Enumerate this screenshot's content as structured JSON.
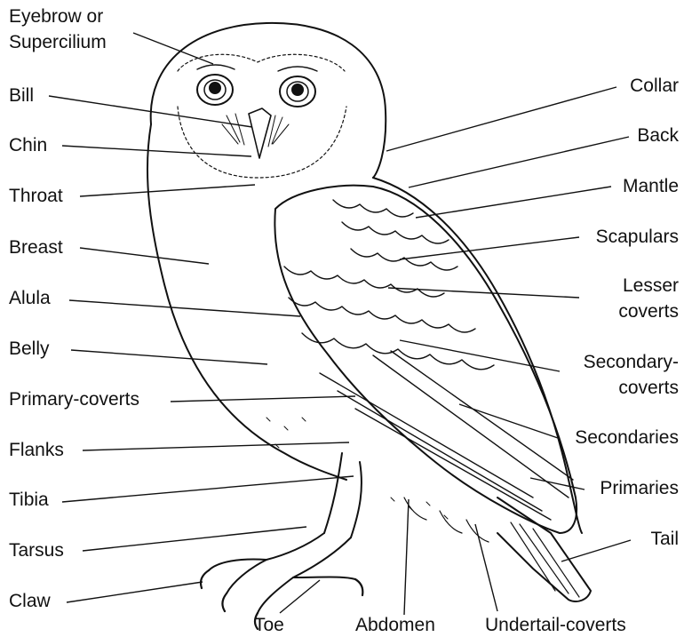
{
  "diagram": {
    "labels": {
      "eyebrow": "Eyebrow or",
      "eyebrow2": "Supercilium",
      "bill": "Bill",
      "chin": "Chin",
      "throat": "Throat",
      "breast": "Breast",
      "alula": "Alula",
      "belly": "Belly",
      "primary_coverts": "Primary-coverts",
      "flanks": "Flanks",
      "tibia": "Tibia",
      "tarsus": "Tarsus",
      "claw": "Claw",
      "toe": "Toe",
      "abdomen": "Abdomen",
      "undertail_coverts": "Undertail-coverts",
      "collar": "Collar",
      "back": "Back",
      "mantle": "Mantle",
      "scapulars": "Scapulars",
      "lesser1": "Lesser",
      "lesser2": "coverts",
      "secondary_cov1": "Secondary-",
      "secondary_cov2": "coverts",
      "secondaries": "Secondaries",
      "primaries": "Primaries",
      "tail": "Tail"
    }
  }
}
